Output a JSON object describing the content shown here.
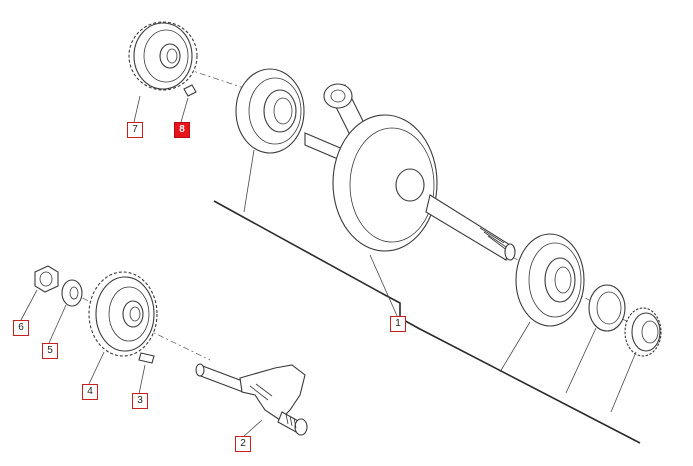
{
  "diagram": {
    "colors": {
      "callout_border": "#c8201f",
      "callout_active_fill": "#e8141c",
      "line": "#3a3a3a"
    },
    "selected_callout": "8",
    "callouts": [
      {
        "id": "1",
        "label": "1"
      },
      {
        "id": "2",
        "label": "2"
      },
      {
        "id": "3",
        "label": "3"
      },
      {
        "id": "4",
        "label": "4"
      },
      {
        "id": "5",
        "label": "5"
      },
      {
        "id": "6",
        "label": "6"
      },
      {
        "id": "7",
        "label": "7"
      },
      {
        "id": "8",
        "label": "8"
      }
    ]
  }
}
